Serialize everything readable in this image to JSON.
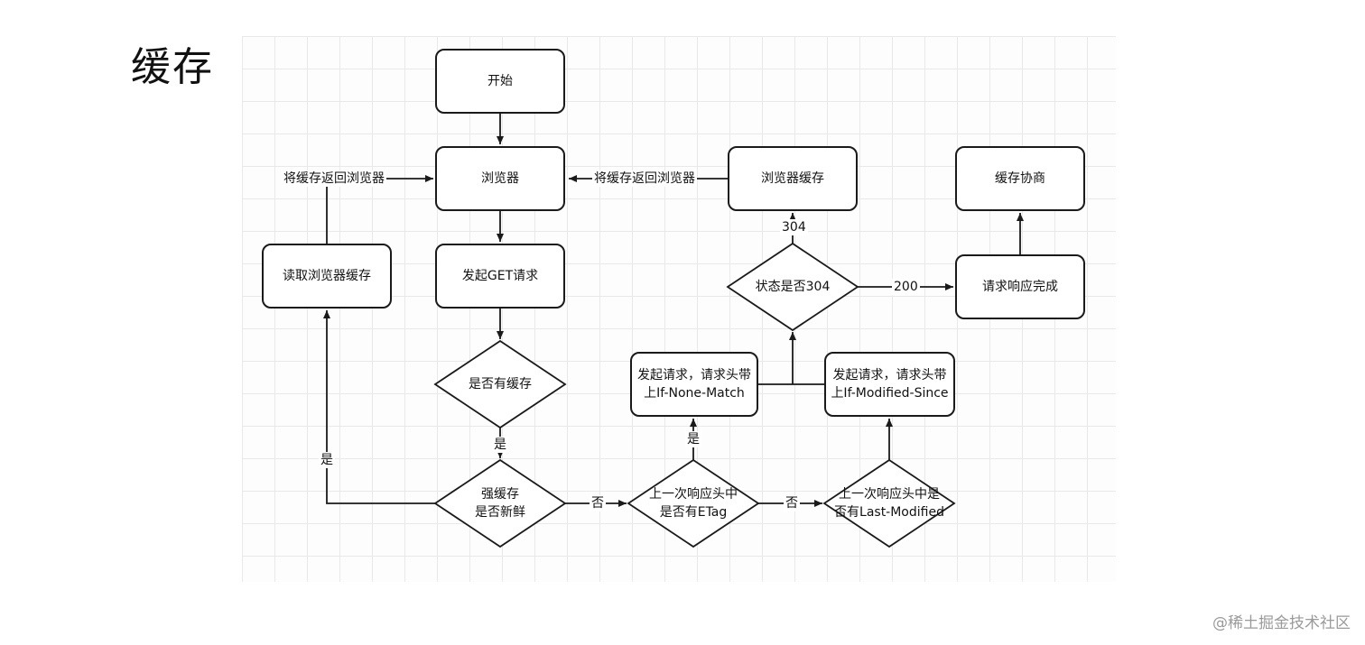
{
  "title": "缓存",
  "watermark": "@稀土掘金技术社区",
  "nodes": {
    "start": "开始",
    "browser": "浏览器",
    "get_request": "发起GET请求",
    "has_cache": "是否有缓存",
    "strong_cache": "强缓存\n是否新鲜",
    "read_cache": "读取浏览器缓存",
    "has_etag": "上一次响应头中\n是否有ETag",
    "has_last_modified": "上一次响应头中是\n否有Last-Modified",
    "req_if_none_match": "发起请求，请求头带\n上If-None-Match",
    "req_if_modified_since": "发起请求，请求头带\n上If-Modified-Since",
    "status_304": "状态是否304",
    "browser_cache": "浏览器缓存",
    "request_complete": "请求响应完成",
    "cache_negotiation": "缓存协商"
  },
  "edge_labels": {
    "return_cache_left": "将缓存返回浏览器",
    "return_cache_mid": "将缓存返回浏览器",
    "yes_has_cache": "是",
    "yes_fresh": "是",
    "no_fresh": "否",
    "yes_etag": "是",
    "no_etag": "否",
    "code_304": "304",
    "code_200": "200"
  }
}
